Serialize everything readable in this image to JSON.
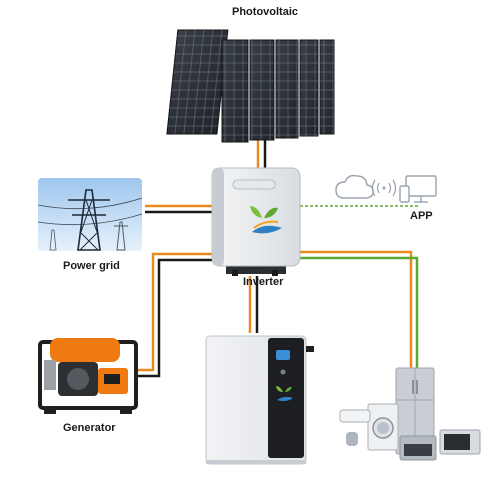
{
  "labels": {
    "photovoltaic": "Photovoltaic",
    "power_grid": "Power grid",
    "inverter": "Inverter",
    "app": "APP",
    "generator": "Generator"
  },
  "colors": {
    "wire_orange": "#e98a1f",
    "wire_black": "#1a1a1a",
    "wire_green": "#5aa832",
    "app_dashed": "#5aa832",
    "panel_dark": "#2b2f36",
    "generator_orange": "#f07a12",
    "appliance_silver": "#c9ced4"
  },
  "icons": {
    "solar_panels": "solar-panel-icon",
    "transmission_tower": "transmission-tower-icon",
    "inverter": "inverter-device-icon",
    "cloud": "cloud-icon",
    "wifi": "wifi-signal-icon",
    "devices": "computer-phone-icon",
    "generator": "generator-icon",
    "battery": "battery-pack-icon",
    "appliances": "home-appliances-icon"
  }
}
